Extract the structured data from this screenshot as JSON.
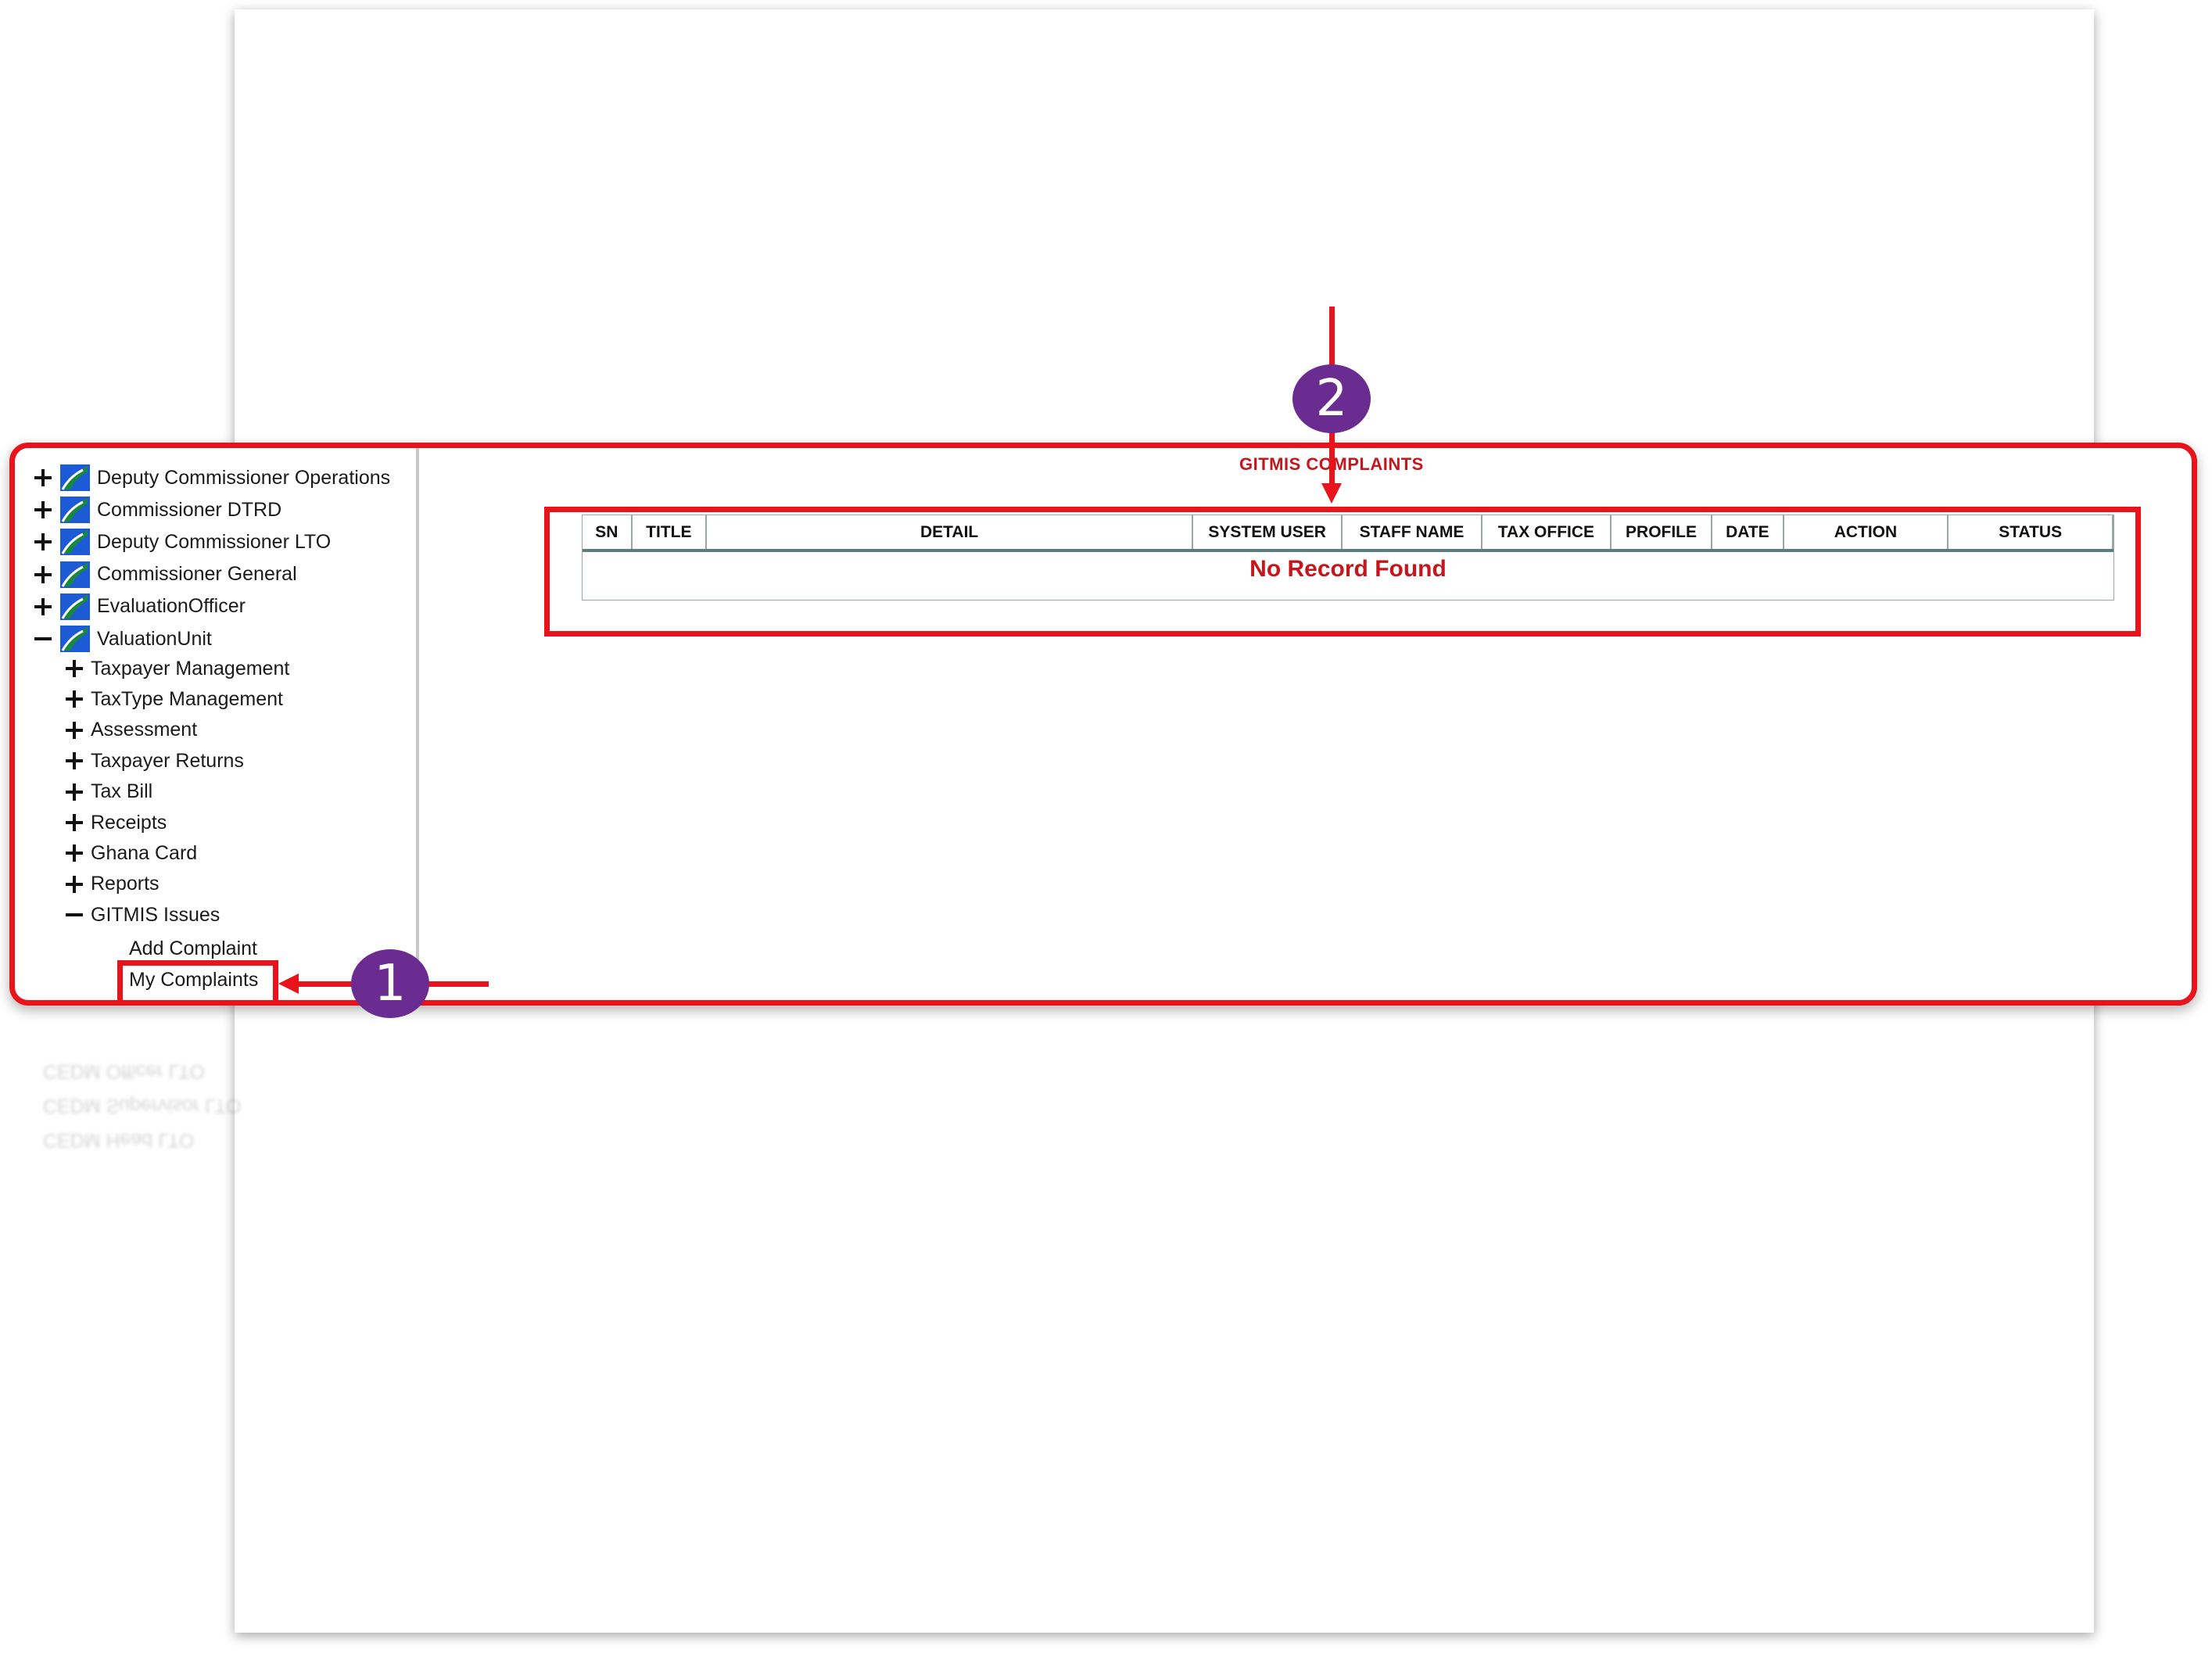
{
  "sidebar": {
    "roots": [
      {
        "label": "Deputy Commissioner Operations",
        "state": "plus"
      },
      {
        "label": "Commissioner DTRD",
        "state": "plus"
      },
      {
        "label": "Deputy Commissioner LTO",
        "state": "plus"
      },
      {
        "label": "Commissioner General",
        "state": "plus"
      },
      {
        "label": "EvaluationOfficer",
        "state": "plus"
      },
      {
        "label": "ValuationUnit",
        "state": "minus"
      }
    ],
    "children": [
      {
        "label": "Taxpayer Management",
        "state": "plus"
      },
      {
        "label": "TaxType Management",
        "state": "plus"
      },
      {
        "label": "Assessment",
        "state": "plus"
      },
      {
        "label": "Taxpayer Returns",
        "state": "plus"
      },
      {
        "label": "Tax Bill",
        "state": "plus"
      },
      {
        "label": "Receipts",
        "state": "plus"
      },
      {
        "label": "Ghana Card",
        "state": "plus"
      },
      {
        "label": "Reports",
        "state": "plus"
      },
      {
        "label": "GITMIS Issues",
        "state": "minus"
      }
    ],
    "leaves": [
      {
        "label": "Add Complaint"
      },
      {
        "label": "My Complaints"
      }
    ],
    "reflection": [
      "CEDM Head LTO",
      "CEDM Supervisor LTO",
      "CEDM Officer LTO"
    ]
  },
  "main": {
    "title": "GITMIS COMPLAINTS",
    "columns": [
      "SN",
      "TITLE",
      "DETAIL",
      "SYSTEM USER",
      "STAFF NAME",
      "TAX OFFICE",
      "PROFILE",
      "DATE",
      "ACTION",
      "STATUS"
    ],
    "empty_message": "No Record Found"
  },
  "annotations": {
    "badge1": "1",
    "badge2": "2"
  },
  "colors": {
    "highlight": "#e8131b",
    "badge": "#6a2c91",
    "title": "#c4161c"
  }
}
